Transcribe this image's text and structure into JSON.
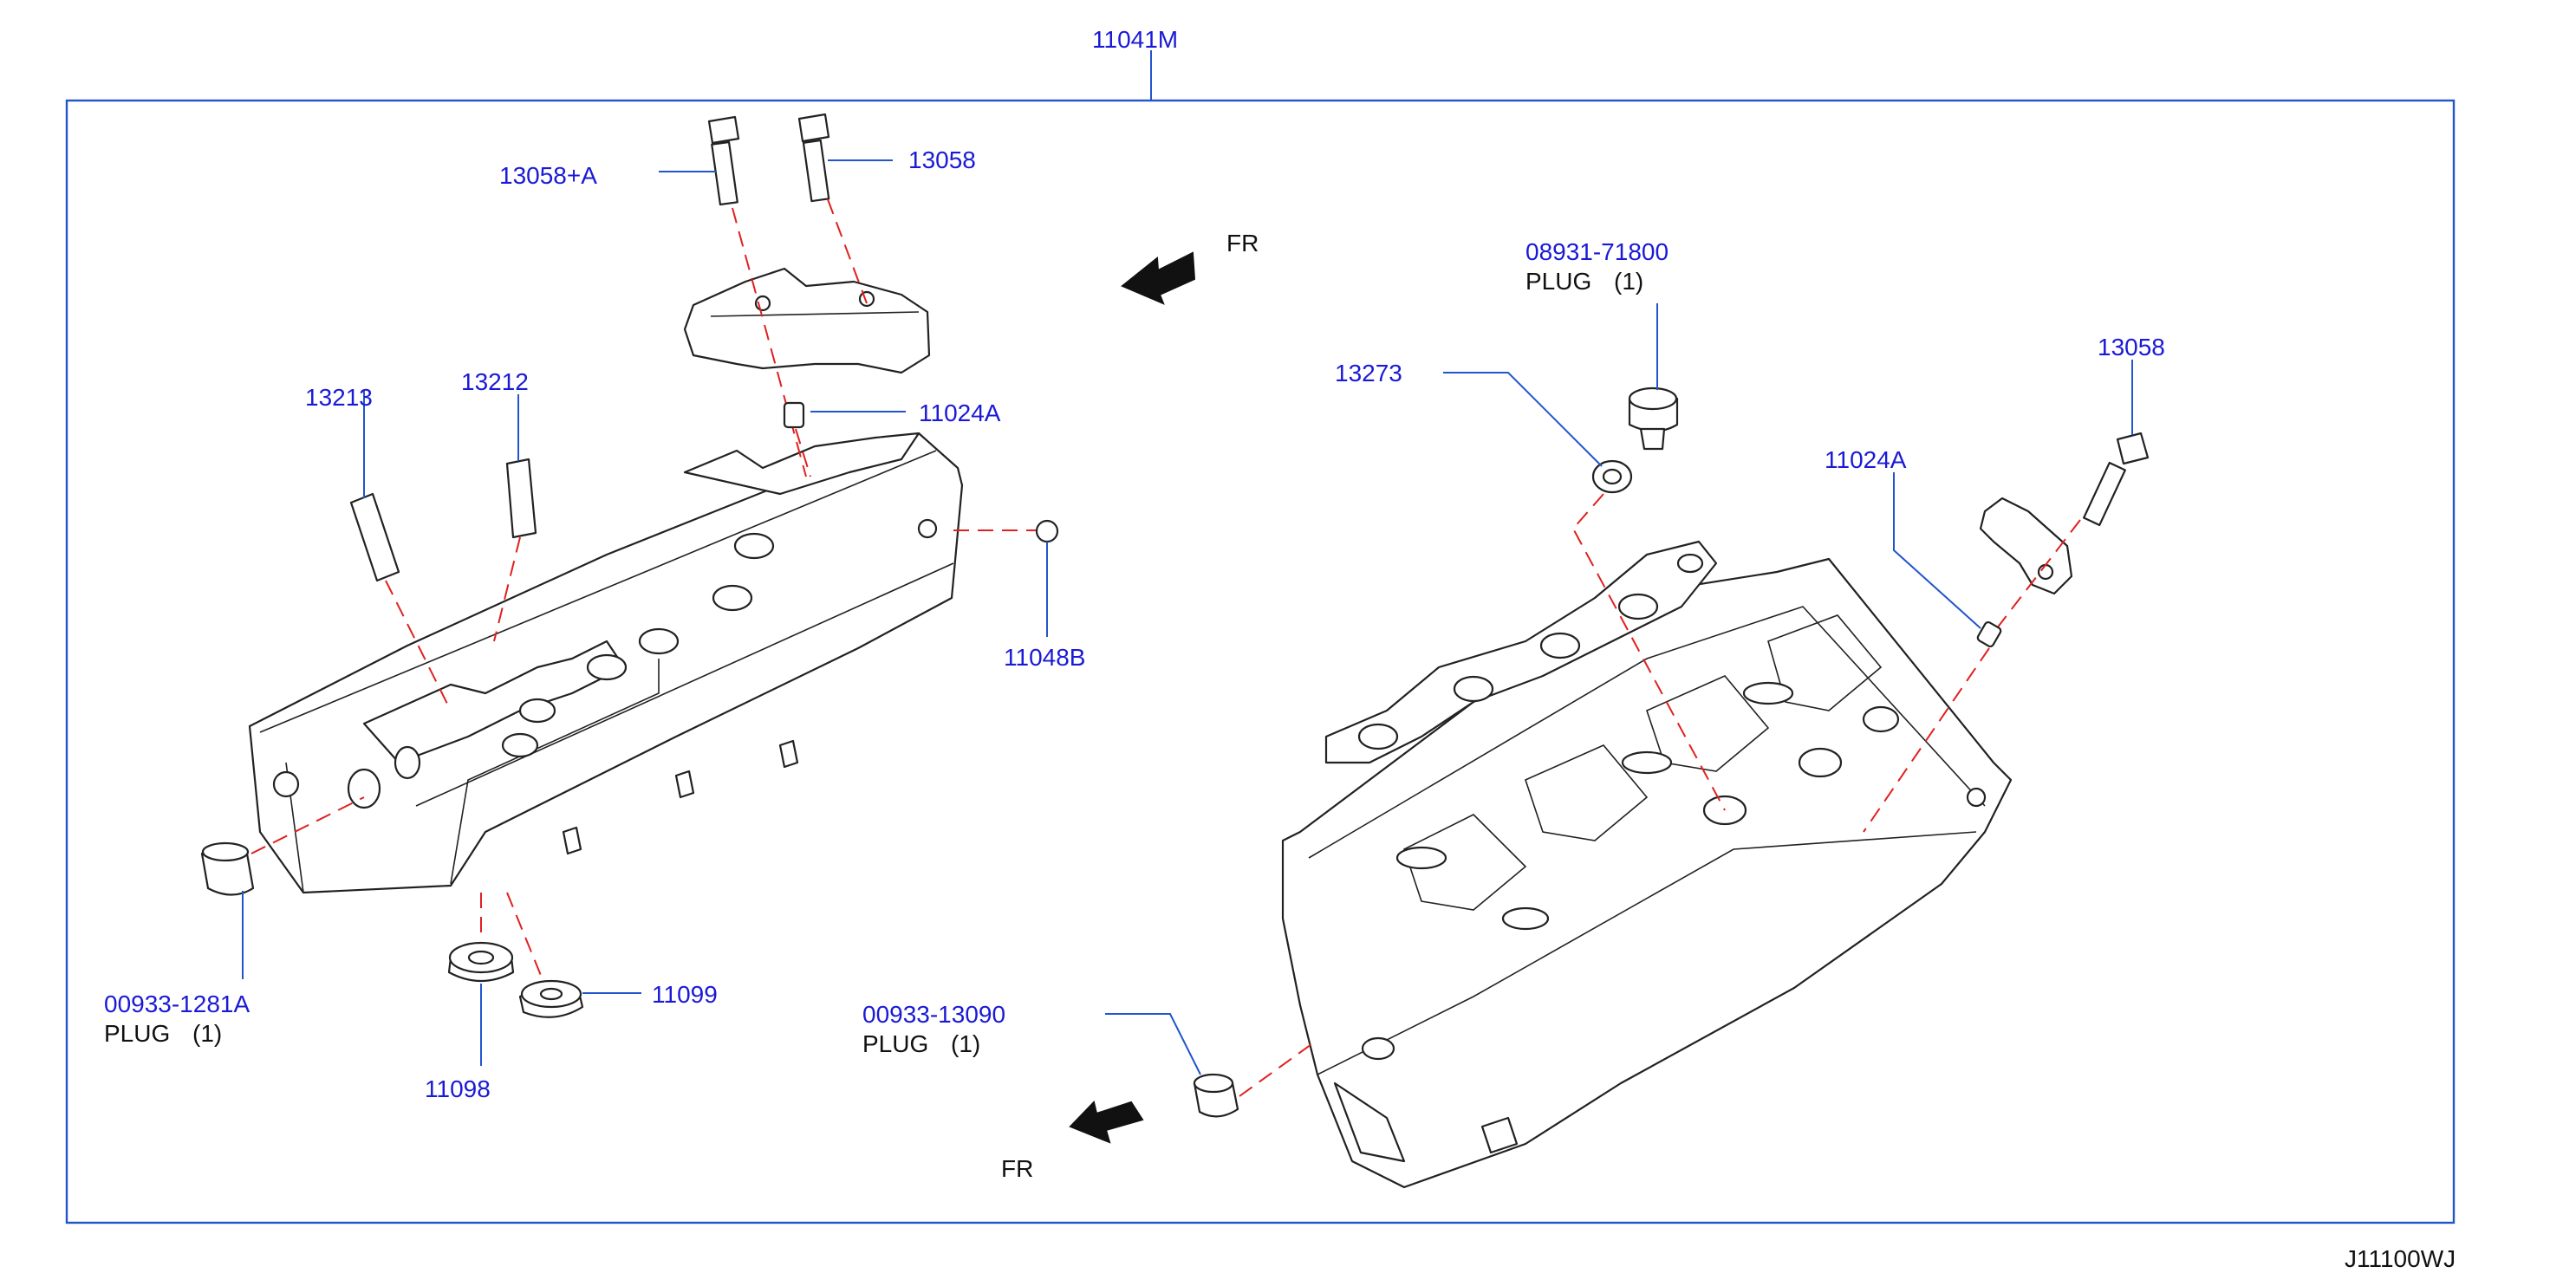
{
  "assembly_label": "11041M",
  "diagram_code": "J11100WJ",
  "labels": {
    "bolt_13058_a": "13058+A",
    "bolt_13058_left": "13058",
    "bolt_13058_right": "13058",
    "pin_13213": "13213",
    "pin_13212": "13212",
    "dowel_11024a_left": "11024A",
    "dowel_11024a_right": "11024A",
    "plug_11048b": "11048B",
    "plug_00933_1281a": "00933-1281A",
    "plug_00933_1281a_desc": "PLUG",
    "plug_00933_1281a_qty": "(1)",
    "washer_11098": "11098",
    "washer_11099": "11099",
    "gasket_13273": "13273",
    "plug_08931_71800": "08931-71800",
    "plug_08931_71800_desc": "PLUG",
    "plug_08931_71800_qty": "(1)",
    "plug_00933_13090": "00933-13090",
    "plug_00933_13090_desc": "PLUG",
    "plug_00933_13090_qty": "(1)"
  },
  "direction_labels": {
    "fr_top": "FR",
    "fr_bottom": "FR"
  },
  "colors": {
    "part_number": "#1a1ad6",
    "leader_line": "#2255cc",
    "center_line": "#e02020",
    "outline": "#222222"
  }
}
